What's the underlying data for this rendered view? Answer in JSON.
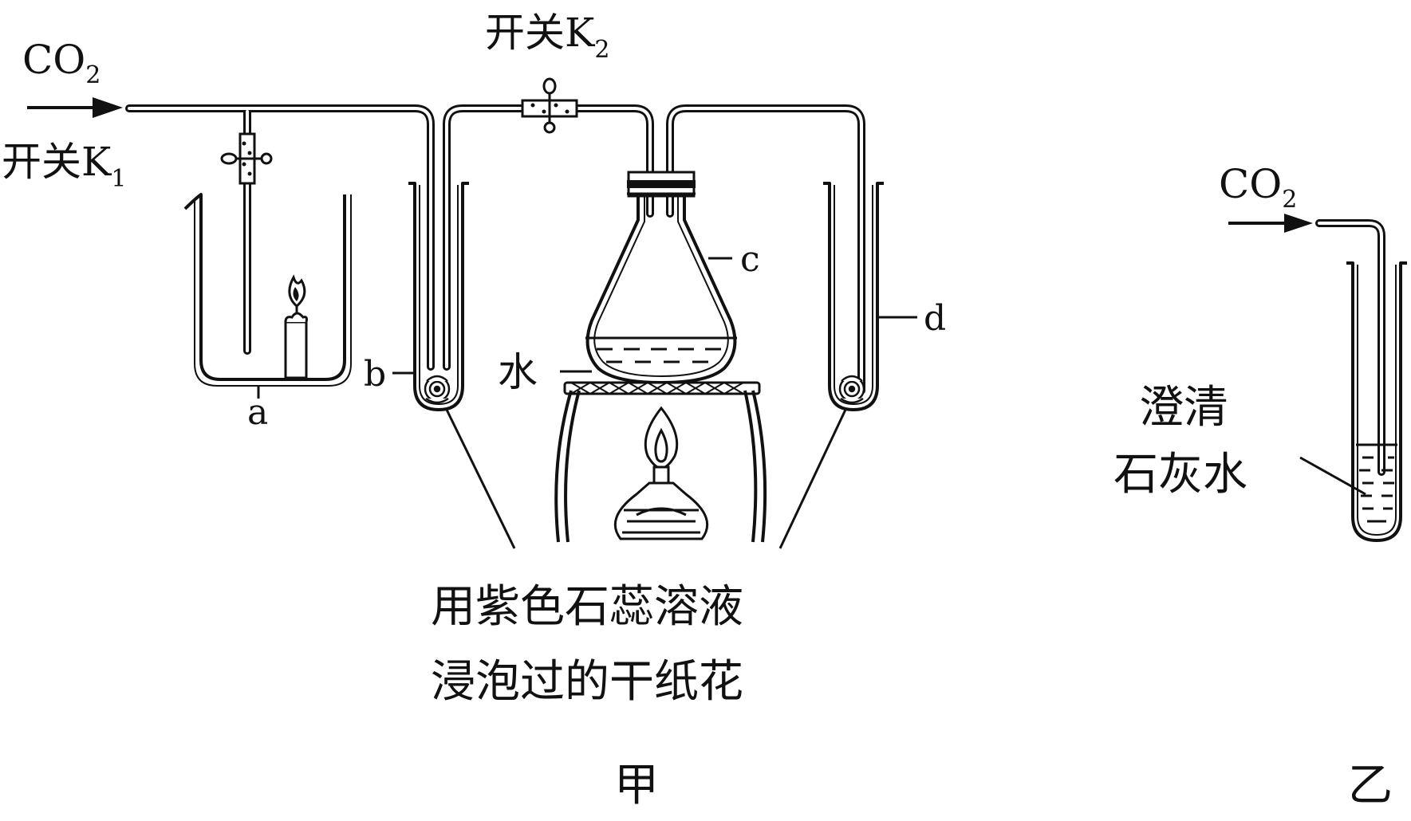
{
  "apparatus_jia": {
    "inlet": {
      "formula": "CO",
      "formula_sub": "2"
    },
    "switch_k1": {
      "text": "开关K",
      "sub": "1"
    },
    "switch_k2": {
      "text": "开关K",
      "sub": "2"
    },
    "label_a": "a",
    "label_b": "b",
    "label_c": "c",
    "label_d": "d",
    "water_label": "水",
    "flower_caption": [
      "用紫色石蕊溶液",
      "浸泡过的干纸花"
    ],
    "figure_label": "甲"
  },
  "apparatus_yi": {
    "inlet": {
      "formula": "CO",
      "formula_sub": "2"
    },
    "limewater_label": [
      "澄清",
      "石灰水"
    ],
    "figure_label": "乙"
  }
}
